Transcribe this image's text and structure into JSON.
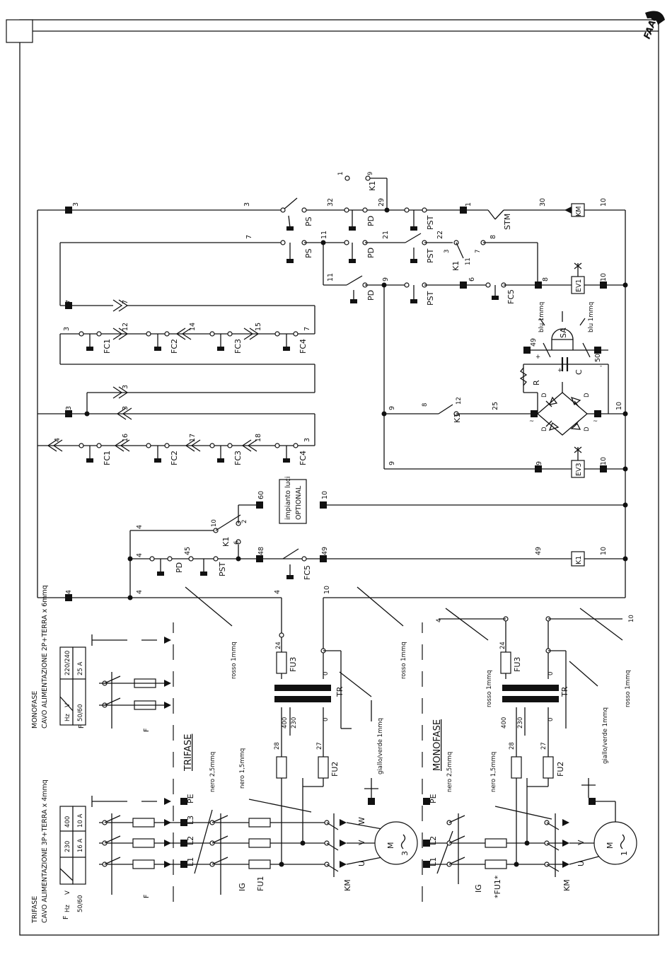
{
  "logo": "FAAC",
  "three_phase": {
    "title": "TRIFASE",
    "cable": "CAVO ALIMENTAZIONE 3P+TERRA x 4mmq",
    "header": "TRIFASE",
    "table": {
      "f": "F",
      "hz_label": "Hz",
      "v_label": "V",
      "row_hz": "50/60",
      "voltages": [
        "230",
        "400"
      ],
      "currents": [
        "16 A",
        "10 A"
      ]
    },
    "lines": [
      "L1",
      "L2",
      "L3",
      "PE"
    ],
    "switch": "IG",
    "fuse_motor": "FU1",
    "fuse_tr_primary": "FU2",
    "fuse_tr_secondary": "FU3",
    "contactor": "KM",
    "motor_label": "M",
    "motor_phases": "3",
    "terminals": [
      "U",
      "V",
      "W"
    ],
    "tr": "TR",
    "tr_taps": [
      "400",
      "230",
      "0",
      "0",
      "24"
    ],
    "wires": [
      "28",
      "27"
    ],
    "notes": [
      "nero 2,5mmq",
      "nero 1,5mmq",
      "rosso 1mmq",
      "rosso 1mmq",
      "giallo/verde 1mmq"
    ]
  },
  "single_phase": {
    "title": "MONOFASE",
    "cable": "CAVO ALIMENTAZIONE 2P+TERRA x 6mmq",
    "header": "MONOFASE",
    "table": {
      "f": "F",
      "hz_label": "Hz",
      "v_label": "V",
      "row_hz": "50/60",
      "voltage": "220/240",
      "current": "25 A"
    },
    "lines": [
      "L1",
      "L2",
      "PE"
    ],
    "switch": "IG",
    "fuse_motor": "*FU1*",
    "fuse_tr_primary": "FU2",
    "fuse_tr_secondary": "FU3",
    "contactor": "KM",
    "motor_label": "M",
    "motor_phases": "1",
    "terminals": [
      "U",
      "V"
    ],
    "tr": "TR",
    "tr_taps": [
      "400",
      "230",
      "0",
      "0",
      "24"
    ],
    "wires": [
      "28",
      "27",
      "4",
      "10"
    ],
    "notes": [
      "nero 2,5mmq",
      "nero 1,5mmq",
      "rosso 1mmq",
      "rosso 1mmq",
      "giallo/verde 1mmq"
    ]
  },
  "control": {
    "components": [
      "PS",
      "PD",
      "PST",
      "STM",
      "KM",
      "K1",
      "EV1",
      "EV3",
      "FC1",
      "FC2",
      "FC3",
      "FC4",
      "FC5",
      "SA",
      "C",
      "R",
      "D"
    ],
    "wires": [
      "3",
      "32",
      "29",
      "1",
      "30",
      "10",
      "7",
      "11",
      "21",
      "22",
      "8",
      "9",
      "6",
      "12",
      "14",
      "15",
      "16",
      "17",
      "18",
      "4",
      "45",
      "24",
      "25",
      "48",
      "49",
      "50",
      "60"
    ],
    "k1_contacts": [
      "1",
      "9",
      "3",
      "7",
      "11",
      "8",
      "12",
      "10",
      "2",
      "6"
    ],
    "lights_box": [
      "impianto luci",
      "OPTIONAL"
    ],
    "lamp_notes": [
      "blu 1mmq",
      "blu 1mmq"
    ],
    "cap_signs": [
      "+",
      "-",
      "+"
    ],
    "bridge_signs": [
      "~",
      "~"
    ]
  }
}
